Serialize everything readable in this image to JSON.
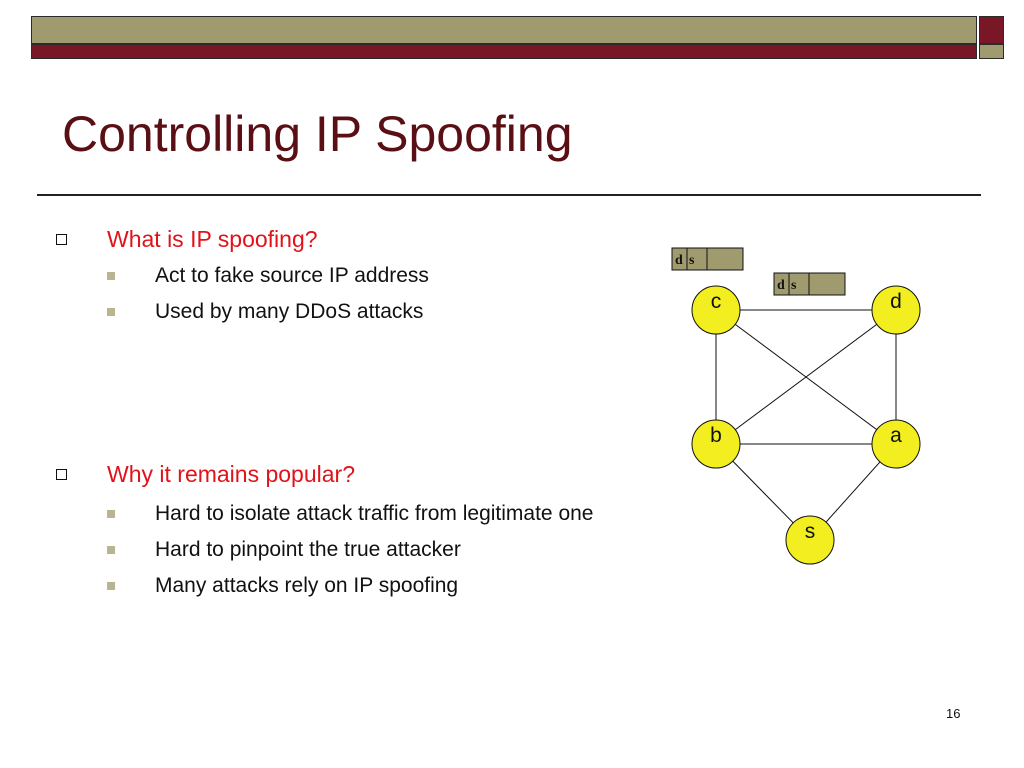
{
  "slide": {
    "title": "Controlling IP Spoofing",
    "page_number": "16"
  },
  "colors": {
    "olive": "#a09b6e",
    "maroon": "#7a1727",
    "title": "#5a0f14",
    "level1_text": "#e0131a",
    "node_fill": "#f2ee1f"
  },
  "bullets": [
    {
      "text": "What is IP spoofing?",
      "children": [
        "Act to fake source IP address",
        "Used by many DDoS attacks"
      ]
    },
    {
      "text": "Why it remains popular?",
      "children": [
        "Hard to isolate attack traffic from legitimate one",
        "Hard to pinpoint the true attacker",
        "Many attacks rely on IP spoofing"
      ]
    }
  ],
  "diagram": {
    "nodes": [
      {
        "id": "c",
        "label": "c"
      },
      {
        "id": "d",
        "label": "d"
      },
      {
        "id": "b",
        "label": "b"
      },
      {
        "id": "a",
        "label": "a"
      },
      {
        "id": "s",
        "label": "s"
      }
    ],
    "edges": [
      [
        "c",
        "d"
      ],
      [
        "c",
        "b"
      ],
      [
        "c",
        "a"
      ],
      [
        "d",
        "b"
      ],
      [
        "d",
        "a"
      ],
      [
        "b",
        "a"
      ],
      [
        "b",
        "s"
      ],
      [
        "a",
        "s"
      ]
    ],
    "packets": [
      {
        "dst": "d",
        "src": "s"
      },
      {
        "dst": "d",
        "src": "s"
      }
    ]
  }
}
